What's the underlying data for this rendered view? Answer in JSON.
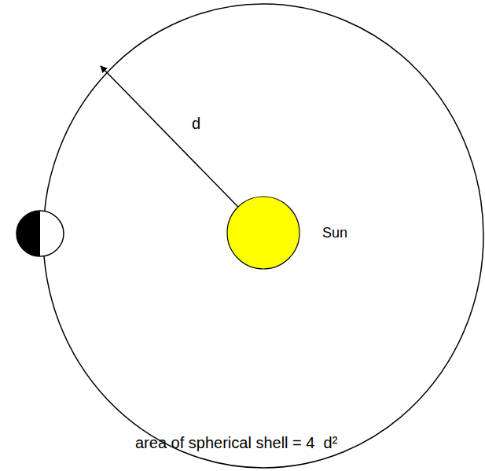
{
  "diagram": {
    "nodes": [
      {
        "text": [
          "Sun"
        ]
      }
    ],
    "labels": [
      "d",
      "area of spherical shell = 4  d²"
    ]
  }
}
